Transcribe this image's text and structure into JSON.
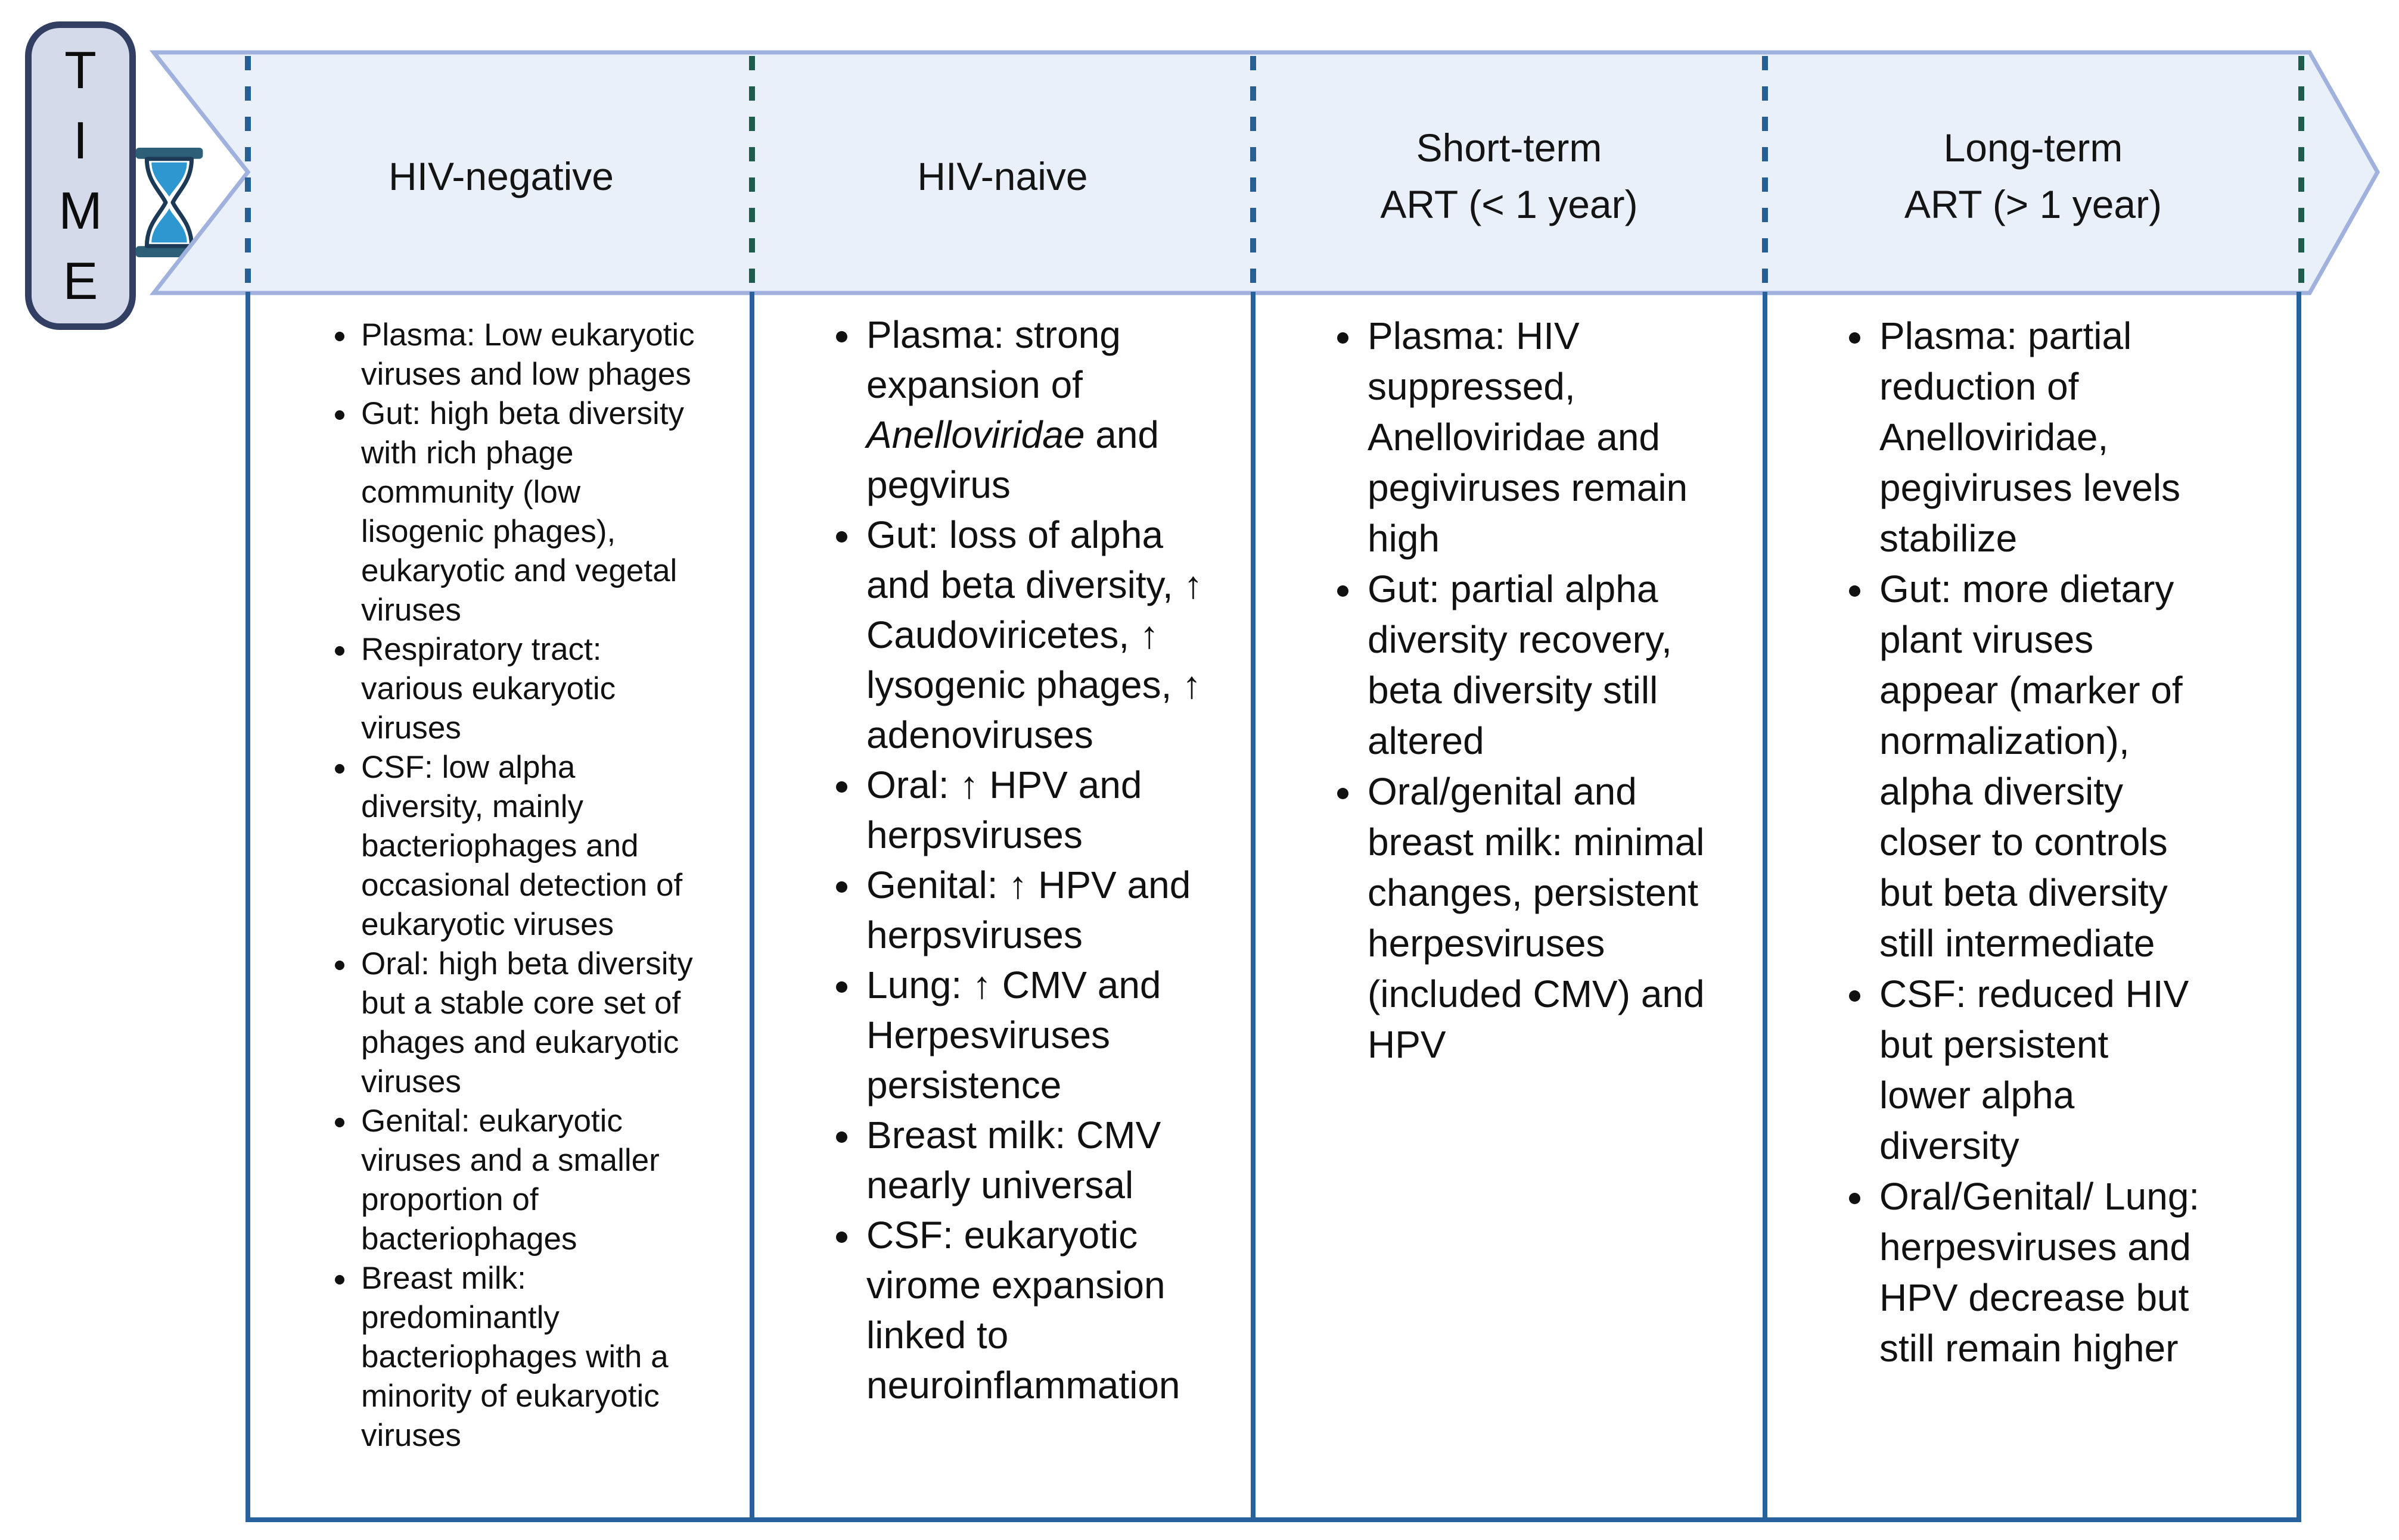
{
  "figure": {
    "time_label": "T\nI\nM\nE",
    "icons": {
      "hourglass": "hourglass-icon"
    },
    "timeline_arrow": {
      "stages": [
        {
          "label": "HIV-negative",
          "bullets": [
            "Plasma: Low eukaryotic viruses and low phages",
            "Gut: high beta diversity with rich phage community (low lisogenic phages), eukaryotic and vegetal viruses",
            "Respiratory tract: various eukaryotic viruses",
            "CSF: low alpha diversity, mainly bacteriophages and occasional detection of eukaryotic viruses",
            "Oral: high beta diversity but a stable core set of phages and eukaryotic viruses",
            "Genital: eukaryotic viruses and a smaller proportion of bacteriophages",
            "Breast milk: predominantly bacteriophages with a minority of eukaryotic viruses"
          ]
        },
        {
          "label": "HIV-naive",
          "bullets": [
            [
              {
                "t": "Plasma: strong expansion of "
              },
              {
                "t": "Anelloviridae",
                "italic": true
              },
              {
                "t": " and pegvirus"
              }
            ],
            "Gut: loss of alpha and beta diversity, ↑ Caudoviricetes, ↑ lysogenic phages, ↑ adenoviruses",
            "Oral: ↑ HPV and herpsviruses",
            "Genital: ↑ HPV and herpsviruses",
            "Lung: ↑ CMV and Herpesviruses persistence",
            "Breast milk: CMV nearly universal",
            "CSF: eukaryotic virome expansion linked to neuroinflammation"
          ]
        },
        {
          "label": "Short-term\nART (< 1 year)",
          "bullets": [
            "Plasma: HIV suppressed, Anelloviridae and pegiviruses remain high",
            "Gut: partial alpha diversity recovery, beta diversity still altered",
            "Oral/genital and breast milk: minimal changes, persistent herpesviruses (included CMV) and HPV"
          ]
        },
        {
          "label": "Long-term\nART (> 1 year)",
          "bullets": [
            "Plasma: partial reduction of Anelloviridae, pegiviruses levels stabilize",
            "Gut: more dietary plant viruses appear (marker of normalization), alpha diversity closer to controls but beta diversity still intermediate",
            "CSF: reduced HIV but persistent lower alpha diversity",
            "Oral/Genital/ Lung: herpesviruses and HPV decrease but still remain higher"
          ]
        }
      ]
    },
    "colors": {
      "banner_fill": "#eaf0fa",
      "banner_border": "#9fb1dc",
      "dashed_divider_blue": "#265f94",
      "dashed_divider_green": "#1e5c4e",
      "table_line_blue": "#28619c",
      "time_box_fill": "#d5daea",
      "time_box_border": "#323e62",
      "hourglass_sand_blue": "#2f97cf",
      "hourglass_frame": "#2d5f78"
    }
  }
}
